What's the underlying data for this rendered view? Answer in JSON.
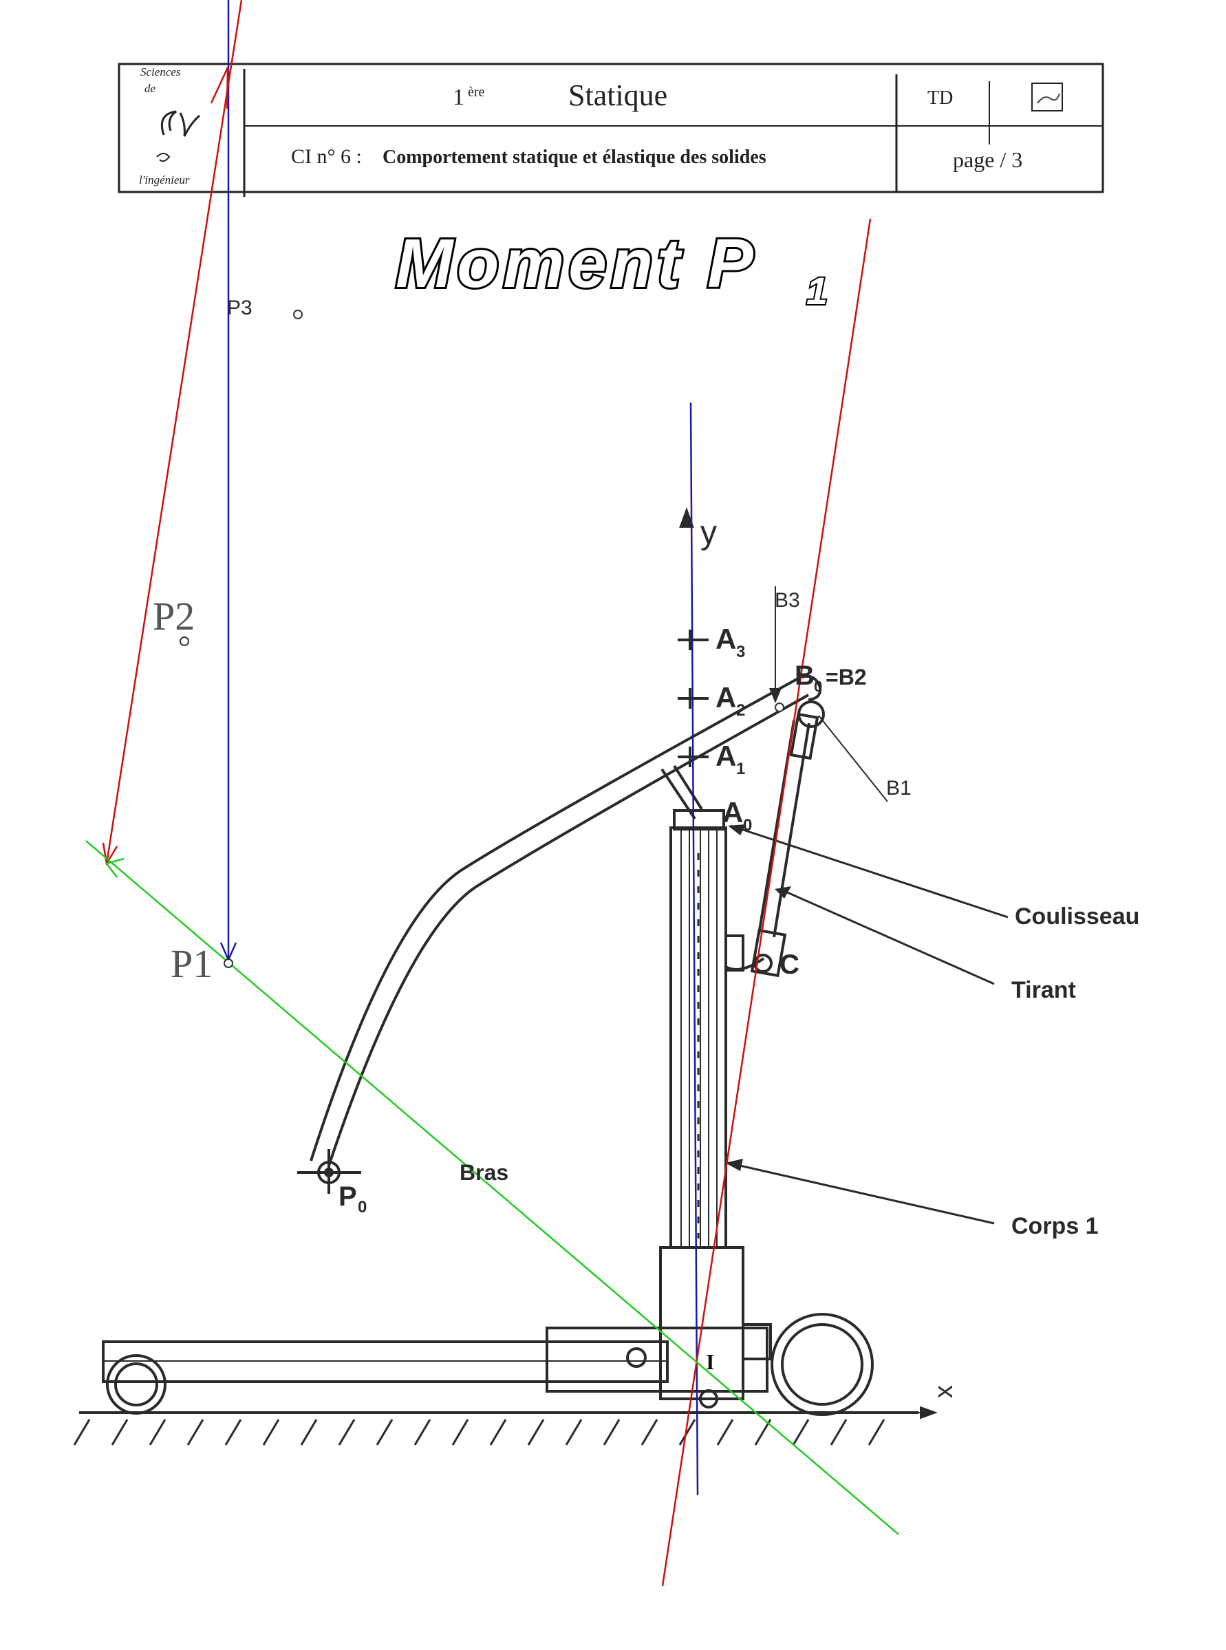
{
  "header": {
    "logo_line1": "Sciences",
    "logo_line2": "de",
    "logo_line3": "l'ingénieur",
    "level": "1",
    "level_sup": "ère",
    "subject": "Statique",
    "doc_type": "TD",
    "course": "CI n° 6 :",
    "course_title": "Comportement statique et élastique des solides",
    "page": "page / 3"
  },
  "title": {
    "main": "Moment P",
    "subscript": "1"
  },
  "diagram": {
    "points": {
      "p1": "P1",
      "p2": "P2",
      "p3": "P3",
      "i": "I"
    },
    "axes": {
      "y": "y",
      "x": "x"
    },
    "marks": {
      "a3": "A",
      "a3_sub": "3",
      "a2": "A",
      "a2_sub": "2",
      "a1": "A",
      "a1_sub": "1",
      "a0": "A",
      "a0_sub": "0",
      "b0": "B",
      "b0_sub": "0",
      "b0_suffix": "=B2",
      "b1": "B1",
      "b3": "B3",
      "c": "C",
      "p0": "P",
      "p0_sub": "0"
    },
    "labels": {
      "coulisseau": "Coulisseau",
      "tirant": "Tirant",
      "corps": "Corps 1",
      "bras": "Bras"
    },
    "colors": {
      "blue": "#1a1aa6",
      "red": "#cc1111",
      "green": "#22cc22",
      "ink": "#2a2a2a"
    }
  }
}
